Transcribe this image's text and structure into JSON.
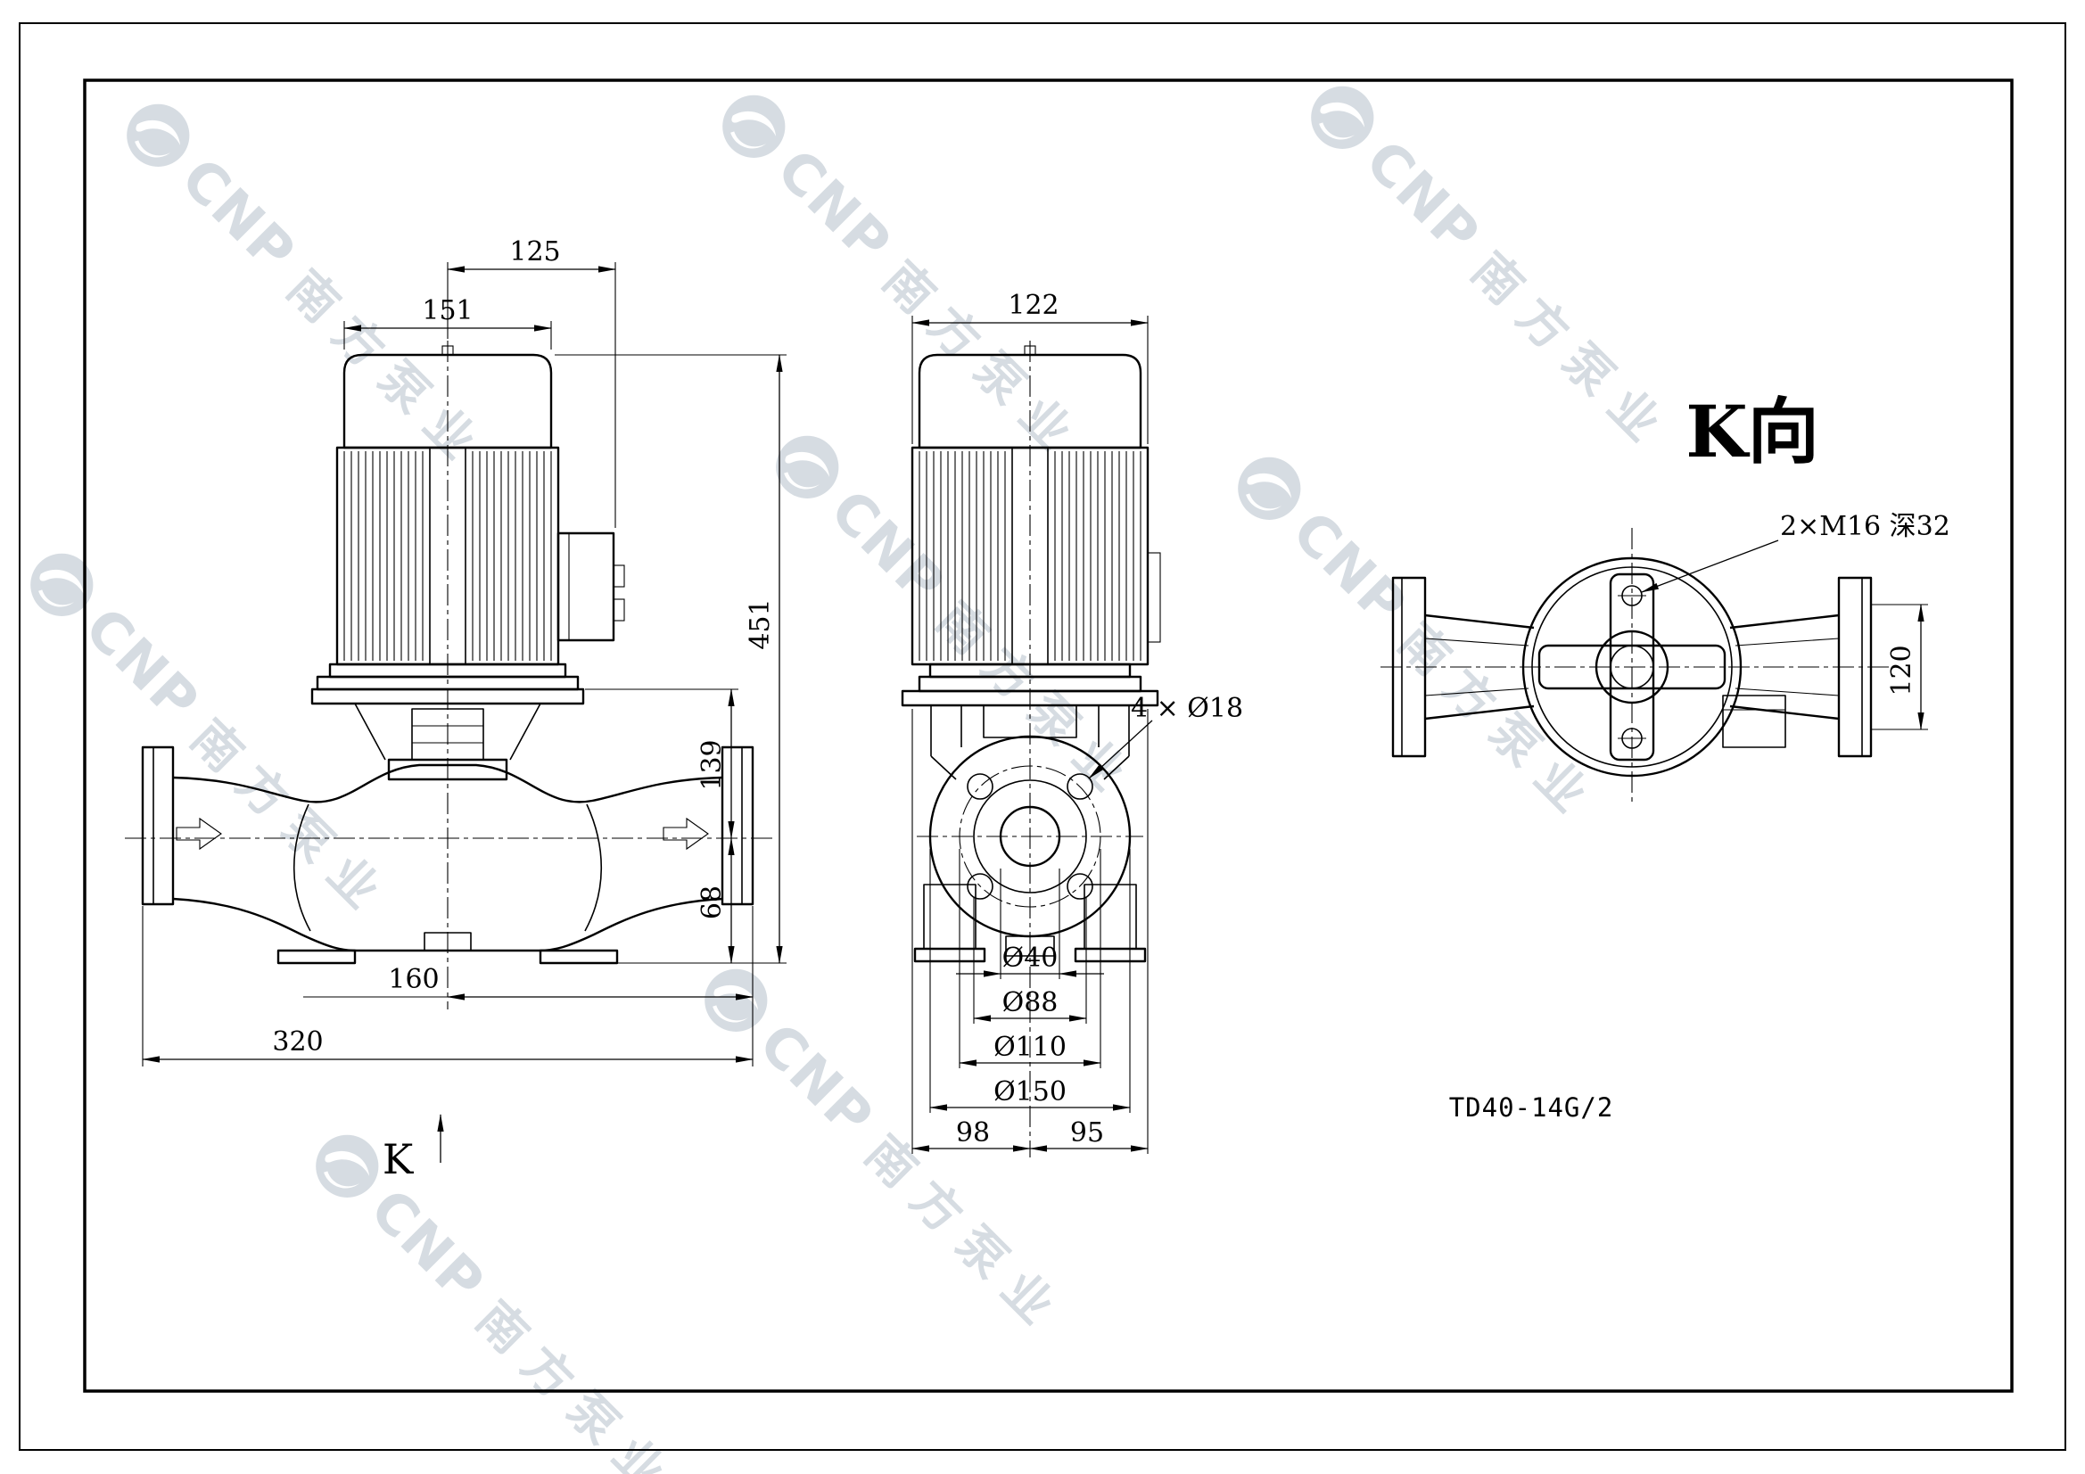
{
  "page": {
    "model_label": "TD40-14G/2"
  },
  "watermark": {
    "brand": "CNP",
    "cn": "南方泵业",
    "color": "#b5c1cb"
  },
  "front_view": {
    "dim_overhang": "125",
    "dim_motor_width": "151",
    "dim_total_height": "451",
    "dim_plate_to_center": "139",
    "dim_center_to_base": "68",
    "dim_half_span": "160",
    "dim_port_span": "320",
    "view_arrow_label": "K"
  },
  "side_view": {
    "dim_motor_depth": "122",
    "bolt_holes_label": "4 × Ø18",
    "dim_bore": "Ø40",
    "dim_raised_face": "Ø88",
    "dim_bolt_circle": "Ø110",
    "dim_flange_od": "Ø150",
    "dim_left": "98",
    "dim_right": "95"
  },
  "k_view": {
    "title": "K向",
    "tapped_holes_label": "2×M16 深32",
    "dim_width": "120"
  }
}
